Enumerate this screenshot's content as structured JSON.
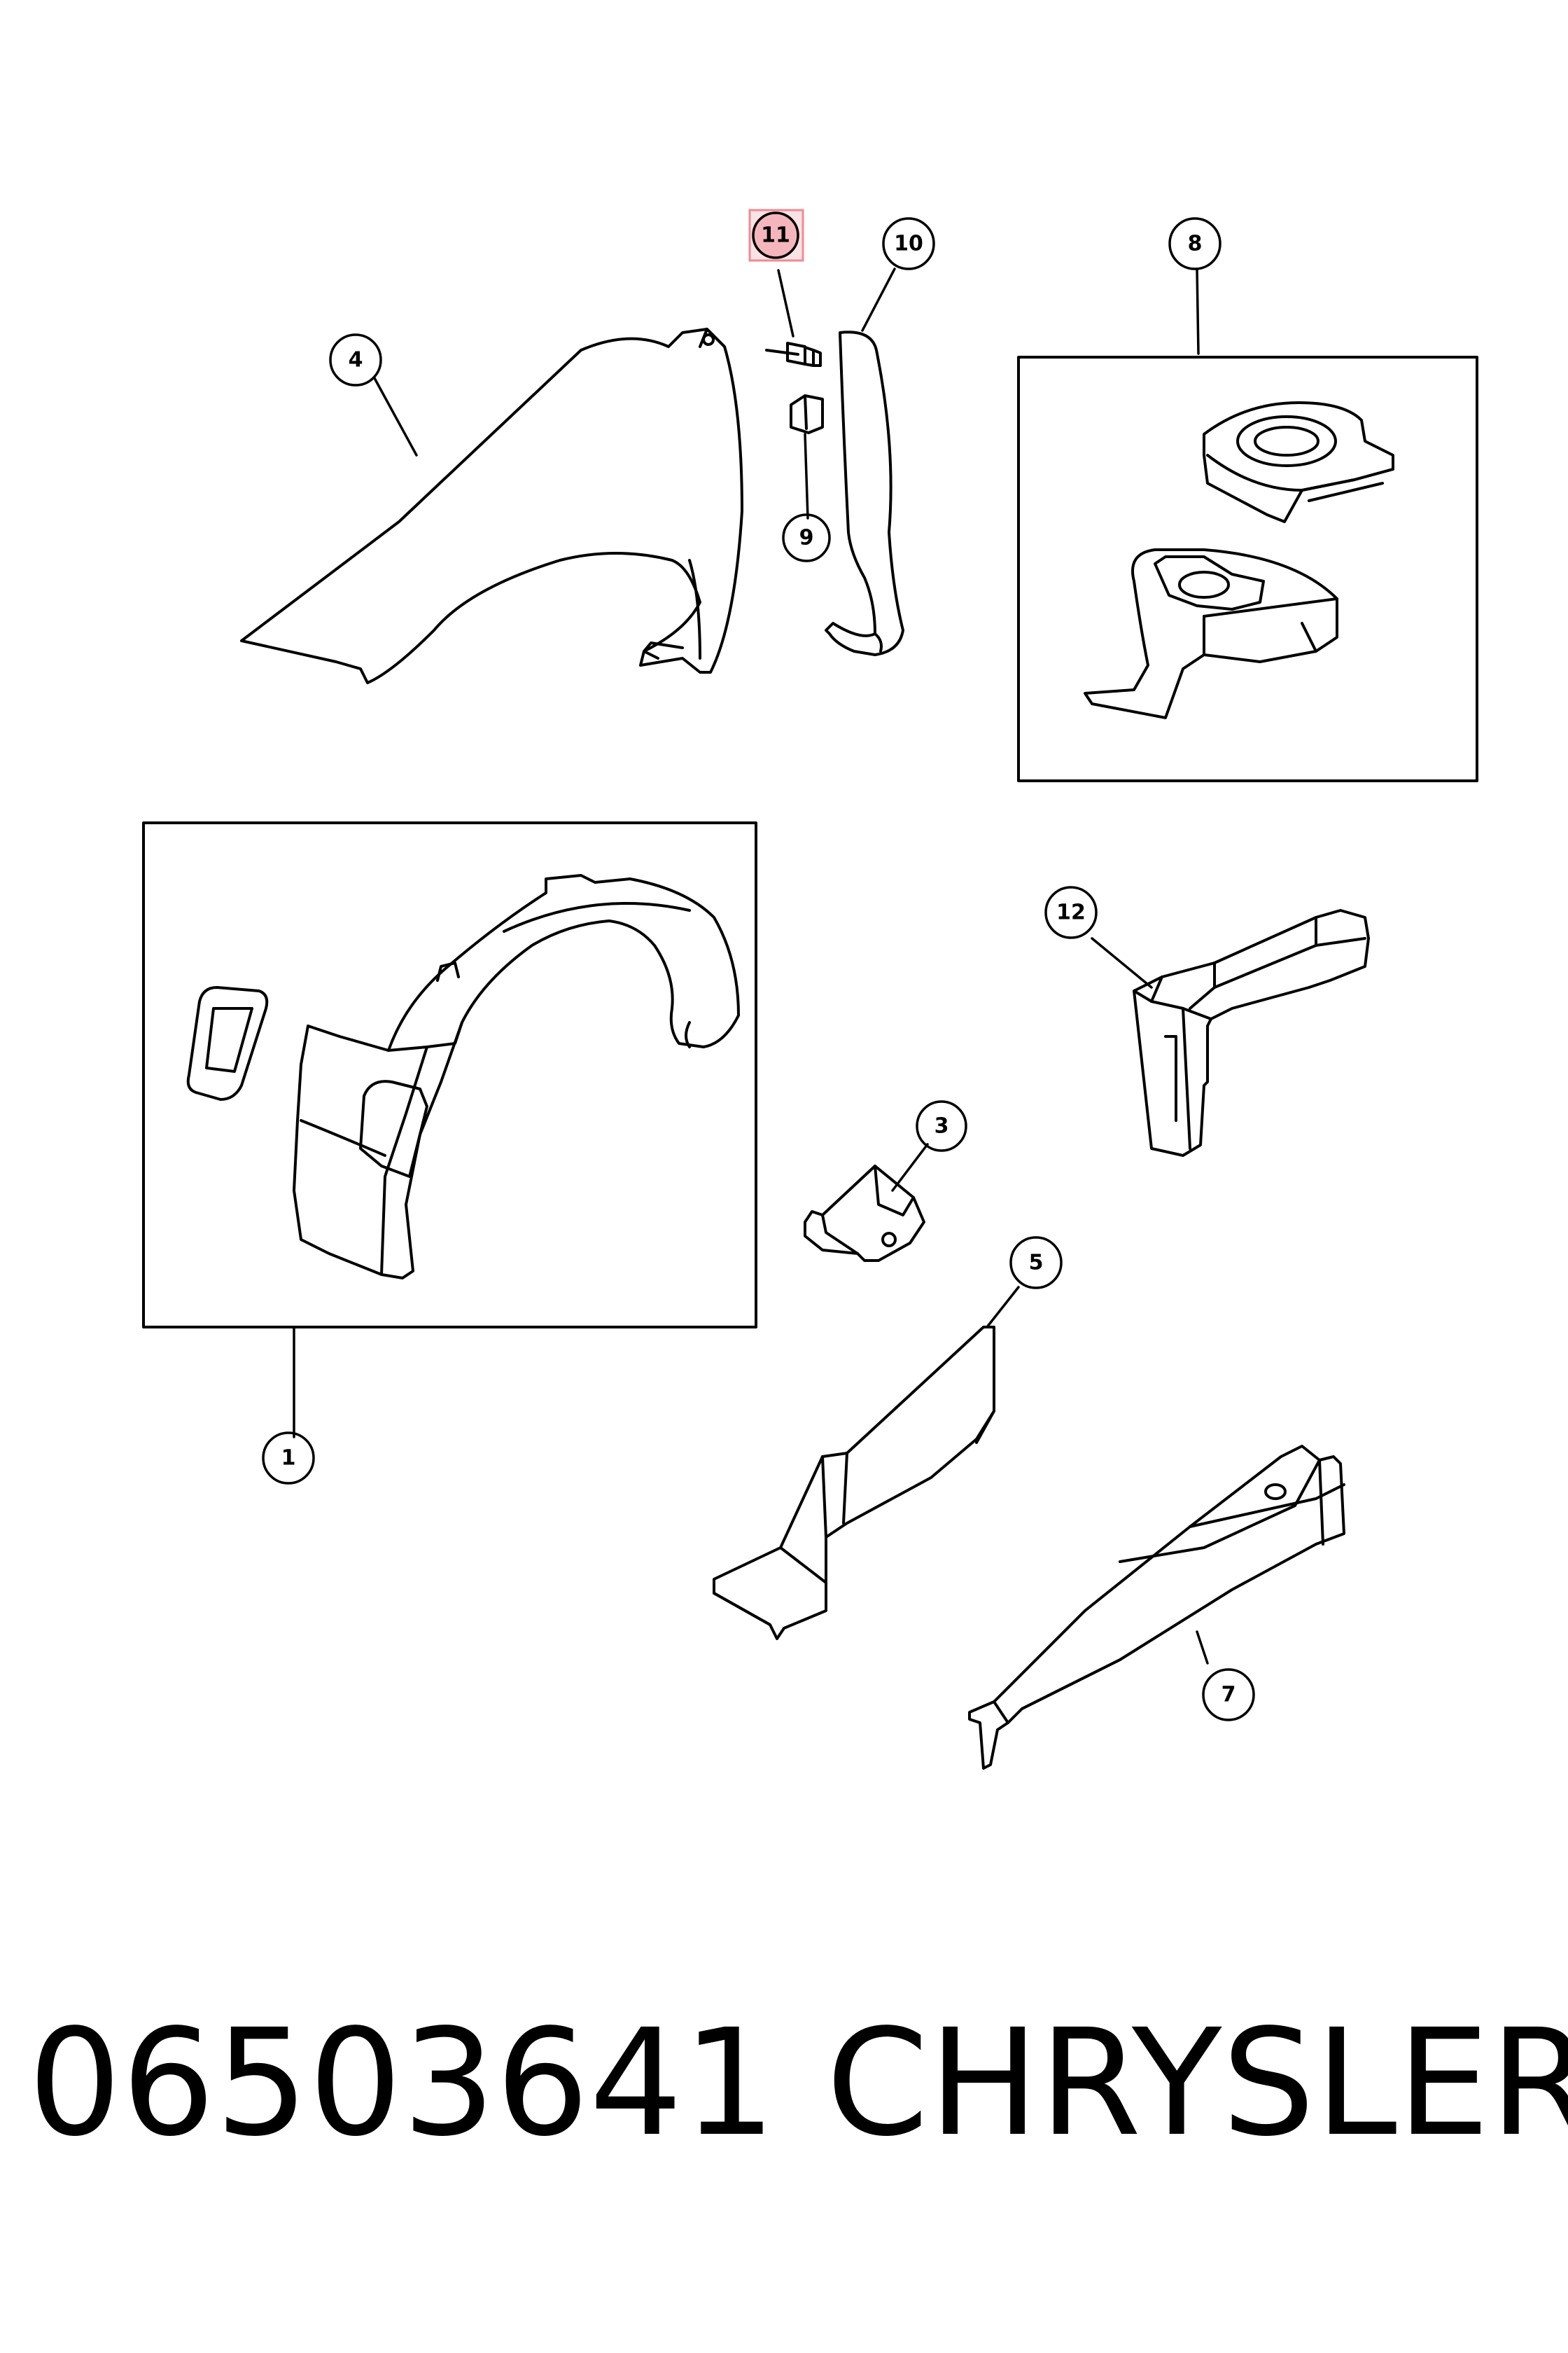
{
  "callouts": {
    "c1": "1",
    "c3": "3",
    "c4": "4",
    "c5": "5",
    "c7": "7",
    "c8": "8",
    "c9": "9",
    "c10": "10",
    "c11": "11",
    "c12": "12"
  },
  "highlight_color": "#f08a93",
  "footer": {
    "part_number": "06503641",
    "brand": "CHRYSLER"
  }
}
